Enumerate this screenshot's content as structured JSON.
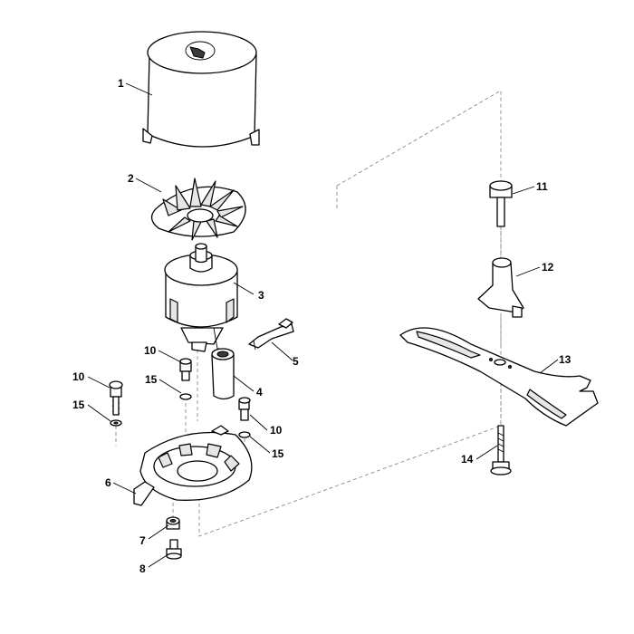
{
  "diagram": {
    "callouts": [
      {
        "id": "c1",
        "label": "1"
      },
      {
        "id": "c2",
        "label": "2"
      },
      {
        "id": "c3",
        "label": "3"
      },
      {
        "id": "c4",
        "label": "4"
      },
      {
        "id": "c5",
        "label": "5"
      },
      {
        "id": "c6",
        "label": "6"
      },
      {
        "id": "c7",
        "label": "7"
      },
      {
        "id": "c8",
        "label": "8"
      },
      {
        "id": "c10a",
        "label": "10"
      },
      {
        "id": "c10b",
        "label": "10"
      },
      {
        "id": "c10c",
        "label": "10"
      },
      {
        "id": "c11",
        "label": "11"
      },
      {
        "id": "c12",
        "label": "12"
      },
      {
        "id": "c13",
        "label": "13"
      },
      {
        "id": "c14",
        "label": "14"
      },
      {
        "id": "c15a",
        "label": "15"
      },
      {
        "id": "c15b",
        "label": "15"
      },
      {
        "id": "c15c",
        "label": "15"
      }
    ]
  }
}
